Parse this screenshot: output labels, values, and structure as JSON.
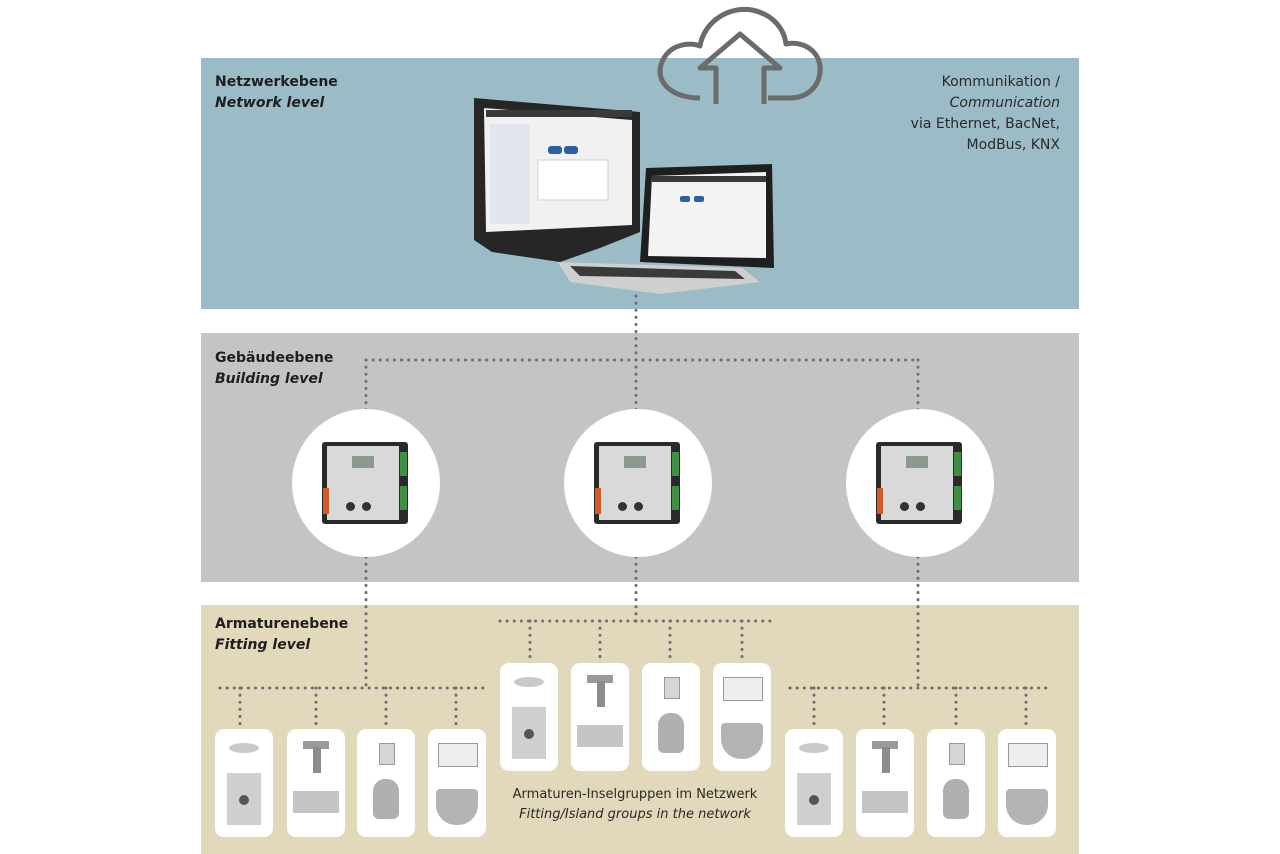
{
  "levels": {
    "network": {
      "de": "Netzwerkebene",
      "en": "Network level"
    },
    "building": {
      "de": "Gebäudeebene",
      "en": "Building level"
    },
    "fitting": {
      "de": "Armaturenebene",
      "en": "Fitting level"
    }
  },
  "communication": {
    "line1": "Kommunikation /",
    "line2": "Communication",
    "line3": "via Ethernet, BacNet,",
    "line4": "ModBus, KNX"
  },
  "groups": {
    "caption_de": "Armaturen-Inselgruppen im Netzwerk",
    "caption_en": "Fitting/Island groups in the network"
  },
  "icons": {
    "cloud": "cloud-upload-icon",
    "monitor": "desktop-monitor-icon",
    "laptop": "laptop-icon",
    "controller": "controller-unit-icon",
    "fittings": [
      "shower-icon",
      "washbasin-icon",
      "urinal-icon",
      "wc-icon"
    ]
  },
  "colors": {
    "network_band": "#9bbcc7",
    "building_band": "#c4c4c4",
    "fitting_band": "#e2d8bb",
    "connector": "#6f6f6f"
  }
}
